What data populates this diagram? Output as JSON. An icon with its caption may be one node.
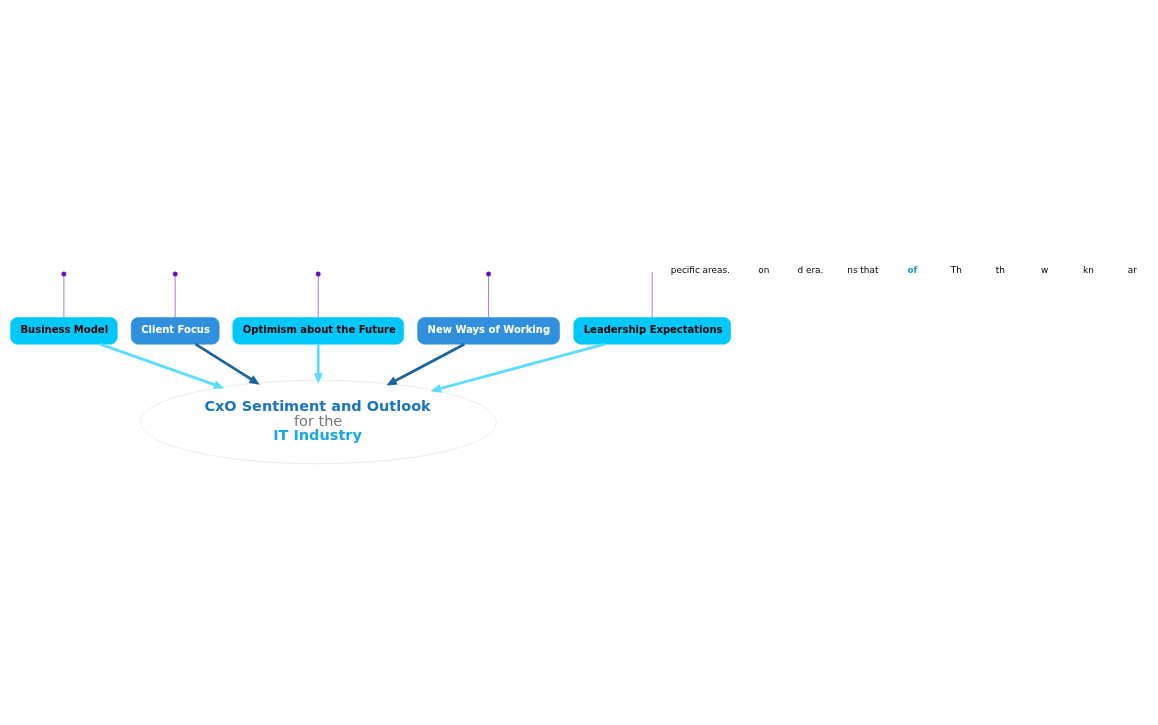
{
  "diagram": {
    "nodes": [
      {
        "text": [
          "Business Model"
        ]
      },
      {
        "text": [
          "Client Focus"
        ]
      },
      {
        "text": [
          "Optimism about the Future"
        ]
      },
      {
        "text": [
          "New Ways of Working"
        ]
      },
      {
        "text": [
          "Leadership Expectations"
        ]
      },
      {
        "text": [
          "CxO Sentiment and Outlook",
          "for the",
          "IT Industry"
        ]
      }
    ],
    "edges": [
      {
        "from": null,
        "to": 0,
        "arrow": "other",
        "color": "#6a0dcc"
      },
      {
        "from": null,
        "to": 1,
        "arrow": "other",
        "color": "#6a0dcc"
      },
      {
        "from": null,
        "to": 2,
        "arrow": "other",
        "color": "#6a0dcc"
      },
      {
        "from": null,
        "to": 3,
        "arrow": "other",
        "color": "#6a0dcc"
      },
      {
        "from": null,
        "to": 4,
        "arrow": "none",
        "color": "#6a0dcc"
      },
      {
        "from": 0,
        "to": 5,
        "arrow": "to",
        "style": "thick",
        "color": "#5cdcff"
      },
      {
        "from": 1,
        "to": 5,
        "arrow": "to",
        "style": "thick",
        "color": "#1a65a0"
      },
      {
        "from": 2,
        "to": 5,
        "arrow": "to",
        "style": "thick",
        "color": "#5cdcff"
      },
      {
        "from": 3,
        "to": 5,
        "arrow": "to",
        "style": "thick",
        "color": "#1a65a0"
      },
      {
        "from": 4,
        "to": 5,
        "arrow": "to",
        "style": "thick",
        "color": "#5cdcff"
      }
    ],
    "labels": [
      "pecific areas.",
      "on",
      "d era.",
      "ns that",
      "of",
      "Th",
      "th",
      "w",
      "kn",
      "ar"
    ]
  }
}
